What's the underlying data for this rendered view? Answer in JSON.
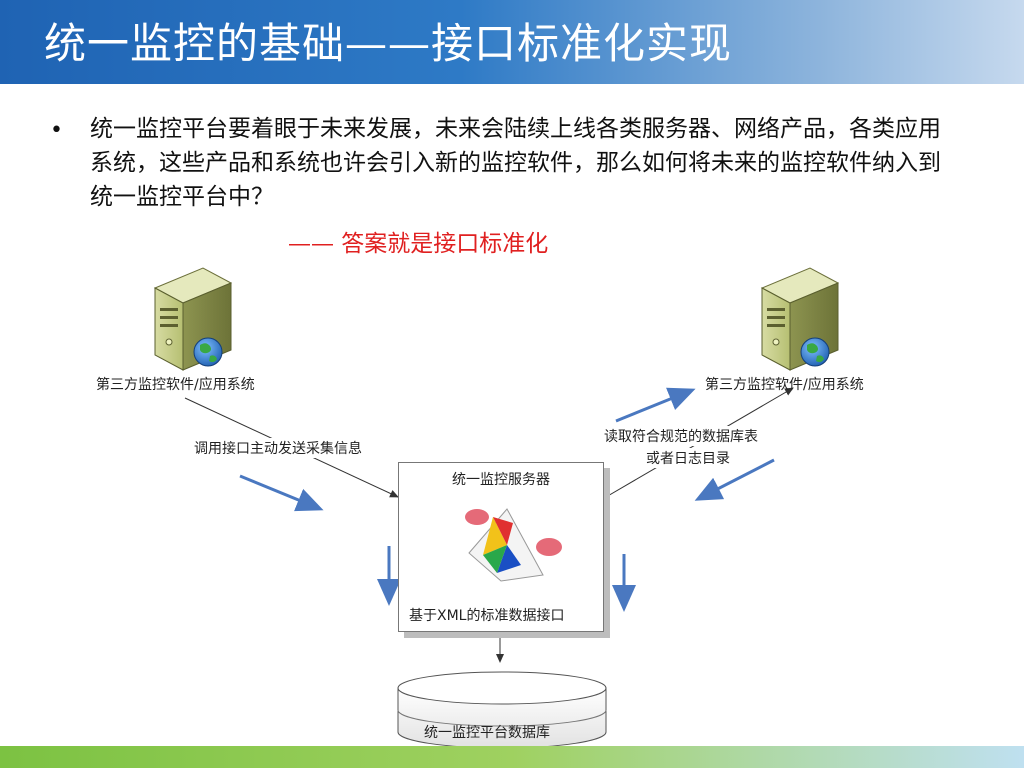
{
  "slide": {
    "title": "统一监控的基础——接口标准化实现",
    "bullet": "统一监控平台要着眼于未来发展，未来会陆续上线各类服务器、网络产品，各类应用系统，这些产品和系统也许会引入新的监控软件，那么如何将未来的监控软件纳入到统一监控平台中？",
    "answer": "—— 答案就是接口标准化"
  },
  "diagram": {
    "left_server_label": "第三方监控软件/应用系统",
    "right_server_label": "第三方监控软件/应用系统",
    "left_arrow_label": "调用接口主动发送采集信息",
    "right_arrow_label_line1": "读取符合规范的数据库表",
    "right_arrow_label_line2": "或者日志目录",
    "center_box_title": "统一监控服务器",
    "center_box_footer": "基于XML的标准数据接口",
    "database_label": "统一监控平台数据库"
  },
  "colors": {
    "title_bar": "#1f63b3",
    "answer_text": "#e02020",
    "flow_arrows": "#4a78c0"
  }
}
